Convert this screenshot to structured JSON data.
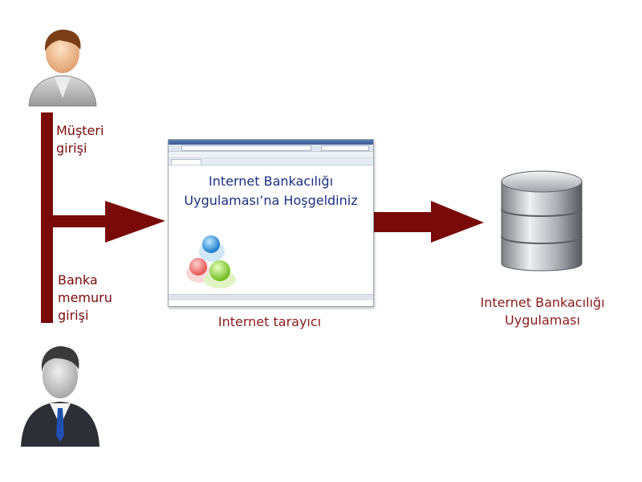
{
  "labels": {
    "customer_entry": [
      "Müşteri",
      "girişi"
    ],
    "staff_entry": [
      "Banka",
      "memuru",
      "girişi"
    ],
    "browser": "Internet tarayıcı",
    "application": [
      "Internet Bankacılığı",
      "Uygulaması"
    ]
  },
  "browser_window": {
    "welcome_text": [
      "Internet Bankacılığı",
      "Uygulaması’na Hoşgeldiniz"
    ]
  },
  "icons": {
    "customer": "customer-person-icon",
    "staff": "bank-staff-person-icon",
    "database": "database-icon",
    "logo": "three-circles-logo-icon"
  },
  "colors": {
    "arrow": "#7a0a0a",
    "label": "#7a0a0a",
    "welcome": "#1b2f80"
  }
}
